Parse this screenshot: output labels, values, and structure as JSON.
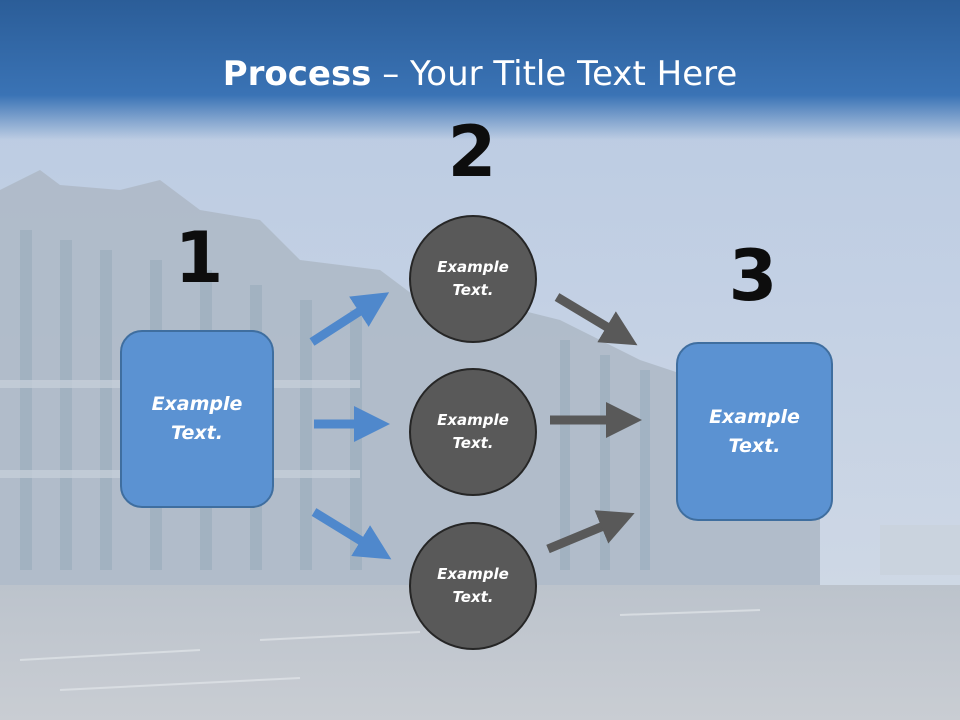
{
  "title": {
    "bold": "Process",
    "rest": " – Your Title Text Here"
  },
  "steps": [
    {
      "number": "1",
      "box_text": "Example\nText."
    },
    {
      "number": "2",
      "circles": [
        "Example\nText.",
        "Example\nText.",
        "Example\nText."
      ]
    },
    {
      "number": "3",
      "box_text": "Example\nText."
    }
  ],
  "colors": {
    "box_fill": "#5b92d2",
    "circle_fill": "#595959",
    "blue_arrow": "#4f88cc",
    "gray_arrow": "#595959"
  }
}
